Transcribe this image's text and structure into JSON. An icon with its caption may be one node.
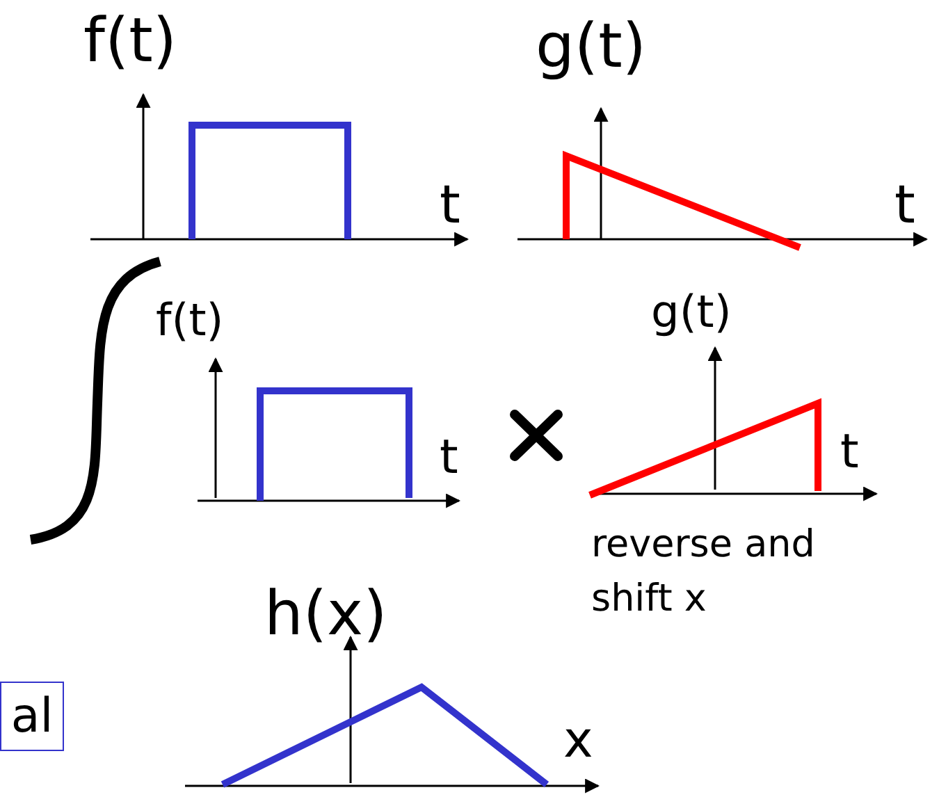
{
  "diagram": {
    "nodes": [
      {
        "text": [
          "al"
        ]
      }
    ],
    "labels": [
      "f(t)",
      "g(t)",
      "t",
      "t",
      "f(t)",
      "g(t)",
      "t",
      "t",
      "reverse and shift x",
      "h(x)",
      "x"
    ]
  }
}
